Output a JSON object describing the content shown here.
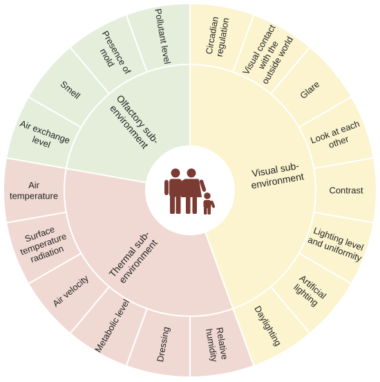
{
  "colors": {
    "visual": "#fbf4cf",
    "olfactory": "#e5eedb",
    "thermal": "#f0d9d3",
    "divider": "#ffffff",
    "center": "#ffffff",
    "icon": "#7b3b32"
  },
  "center": {
    "icon": "family-icon"
  },
  "sectors": [
    {
      "key": "visual",
      "label": "Visual sub-environment",
      "label_lines": [
        "Visual sub-",
        "environment"
      ],
      "items": [
        {
          "label": "Circadian regulation",
          "lines": [
            "Circadian",
            "regulation"
          ]
        },
        {
          "label": "Visual contact with the outside world",
          "lines": [
            "Visual contact",
            "with the",
            "outside world"
          ]
        },
        {
          "label": "Glare",
          "lines": [
            "Glare"
          ]
        },
        {
          "label": "Look at each other",
          "lines": [
            "Look at each",
            "other"
          ]
        },
        {
          "label": "Contrast",
          "lines": [
            "Contrast"
          ]
        },
        {
          "label": "Lighting level and uniformity",
          "lines": [
            "Lighting level",
            "and uniformity"
          ]
        },
        {
          "label": "Artificial lighting",
          "lines": [
            "Artificial",
            "lighting"
          ]
        },
        {
          "label": "Daylighting",
          "lines": [
            "Daylighting"
          ]
        }
      ]
    },
    {
      "key": "thermal",
      "label": "Thermal sub-environment",
      "label_lines": [
        "Thermal sub-",
        "environment"
      ],
      "items": [
        {
          "label": "Relative humidity",
          "lines": [
            "Relative",
            "humidity"
          ]
        },
        {
          "label": "Dressing",
          "lines": [
            "Dressing"
          ]
        },
        {
          "label": "Metabolic level",
          "lines": [
            "Metabolic level"
          ]
        },
        {
          "label": "Air velocity",
          "lines": [
            "Air velocity"
          ]
        },
        {
          "label": "Surface temperature radiation",
          "lines": [
            "Surface",
            "temperature",
            "radiation"
          ]
        },
        {
          "label": "Air temperature",
          "lines": [
            "Air",
            "temperature"
          ]
        }
      ]
    },
    {
      "key": "olfactory",
      "label": "Olfactory sub-environment",
      "label_lines": [
        "Olfactory sub-",
        "environment"
      ],
      "items": [
        {
          "label": "Air exchange level",
          "lines": [
            "Air exchange",
            "level"
          ]
        },
        {
          "label": "Smell",
          "lines": [
            "Smell"
          ]
        },
        {
          "label": "Presence of mold",
          "lines": [
            "Presence of",
            "mold"
          ]
        },
        {
          "label": "Pollutant level",
          "lines": [
            "Pollutant level"
          ]
        }
      ]
    }
  ]
}
